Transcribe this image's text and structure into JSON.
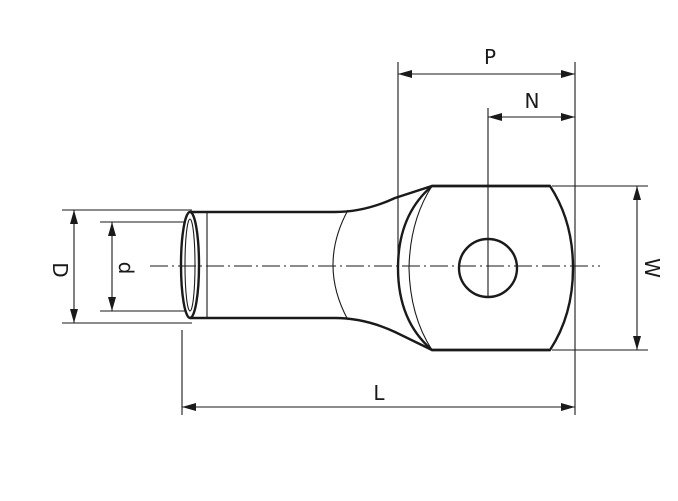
{
  "diagram": {
    "labels": {
      "P": "P",
      "N": "N",
      "D": "D",
      "d": "d",
      "W": "W",
      "L": "L"
    },
    "colors": {
      "line": "#1a1a1a",
      "background": "#ffffff"
    }
  }
}
